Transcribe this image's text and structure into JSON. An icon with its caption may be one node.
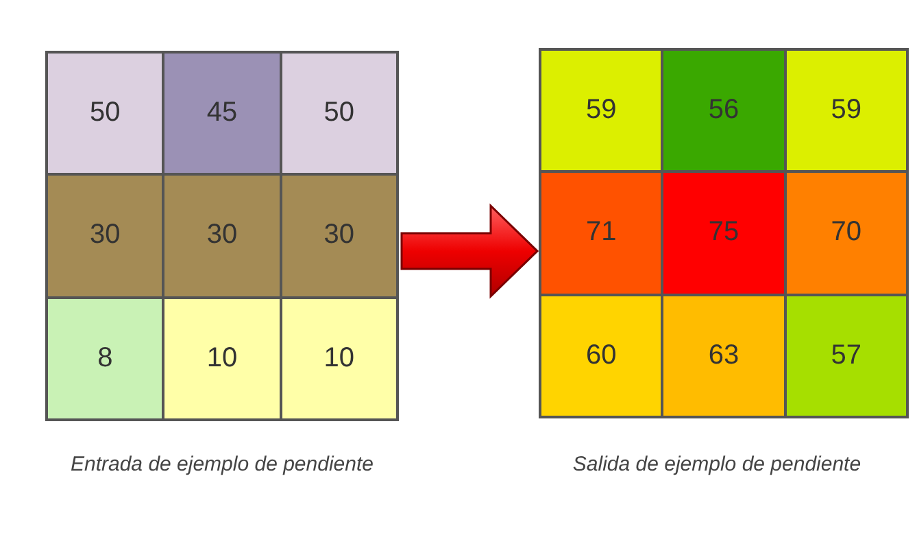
{
  "diagram": {
    "nodes": [
      {
        "text": [
          "Entrada de ejemplo de pendiente"
        ]
      },
      {
        "text": [
          "50"
        ],
        "in": 0
      },
      {
        "text": [
          "45"
        ],
        "in": 0
      },
      {
        "text": [
          "50"
        ],
        "in": 0
      },
      {
        "text": [
          "30"
        ],
        "in": 0
      },
      {
        "text": [
          "30"
        ],
        "in": 0
      },
      {
        "text": [
          "30"
        ],
        "in": 0
      },
      {
        "text": [
          "8"
        ],
        "in": 0
      },
      {
        "text": [
          "10"
        ],
        "in": 0
      },
      {
        "text": [
          "10"
        ],
        "in": 0
      },
      {
        "text": [
          "Salida de ejemplo de pendiente"
        ]
      },
      {
        "text": [
          "59"
        ],
        "in": 10
      },
      {
        "text": [
          "56"
        ],
        "in": 10
      },
      {
        "text": [
          "59"
        ],
        "in": 10
      },
      {
        "text": [
          "71"
        ],
        "in": 10
      },
      {
        "text": [
          "75"
        ],
        "in": 10
      },
      {
        "text": [
          "70"
        ],
        "in": 10
      },
      {
        "text": [
          "60"
        ],
        "in": 10
      },
      {
        "text": [
          "63"
        ],
        "in": 10
      },
      {
        "text": [
          "57"
        ],
        "in": 10
      }
    ],
    "edges": [
      {
        "from": 0,
        "to": 10,
        "arrow": "to",
        "style": "thick"
      }
    ]
  }
}
